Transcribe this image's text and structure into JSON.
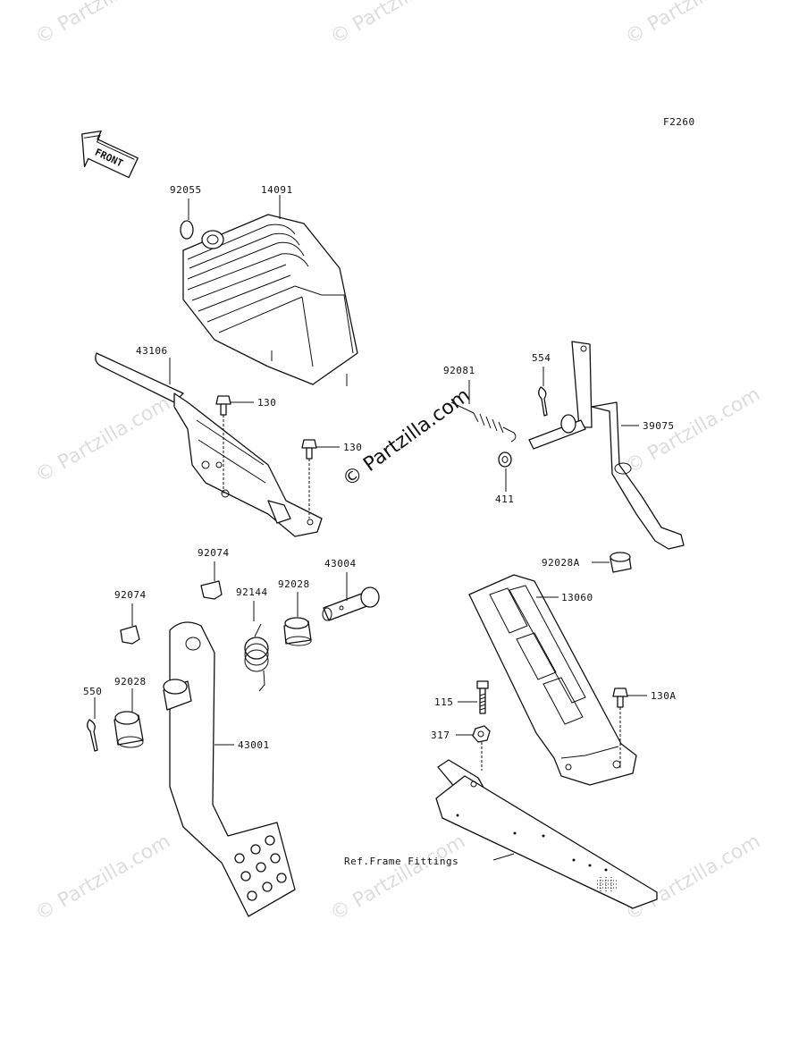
{
  "figure_code": "F2260",
  "front_arrow_label": "FRONT",
  "watermark_text": "© Partzilla.com",
  "main_watermark_text": "© Partzilla.com",
  "parts": {
    "p92055": "92055",
    "p14091": "14091",
    "p43106": "43106",
    "p130_a": "130",
    "p130_b": "130",
    "p92081": "92081",
    "p554": "554",
    "p39075": "39075",
    "p411": "411",
    "p92074_a": "92074",
    "p92074_b": "92074",
    "p92144": "92144",
    "p92028_a": "92028",
    "p43004": "43004",
    "p92028A": "92028A",
    "p13060": "13060",
    "p550": "550",
    "p92028_b": "92028",
    "p43001": "43001",
    "p115": "115",
    "p317": "317",
    "p130A": "130A",
    "ref_frame": "Ref.Frame Fittings"
  },
  "colors": {
    "line": "#111111",
    "watermark": "#dddddd",
    "background": "#ffffff"
  }
}
